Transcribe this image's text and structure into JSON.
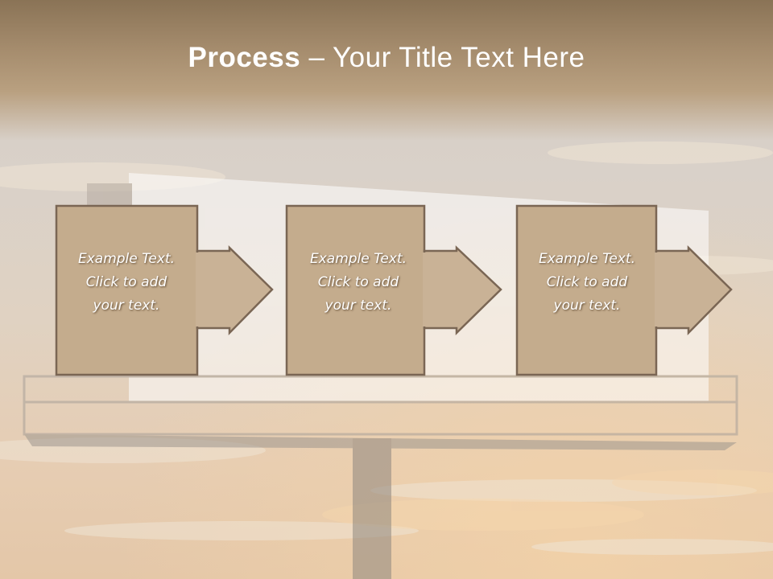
{
  "slide": {
    "title_bold": "Process",
    "title_rest": " – Your Title Text Here",
    "background": "billboard-against-sunset-sky",
    "colors": {
      "box_fill": "#c4ac8d",
      "box_border": "#7a6654",
      "arrow_fill": "#c9b296",
      "title_band": "#a58c6d",
      "text": "#ffffff"
    }
  },
  "steps": [
    {
      "text": "Example Text.\nClick  to add\nyour text."
    },
    {
      "text": "Example Text.\nClick  to add\nyour text."
    },
    {
      "text": "Example Text.\nClick  to add\nyour text."
    }
  ]
}
